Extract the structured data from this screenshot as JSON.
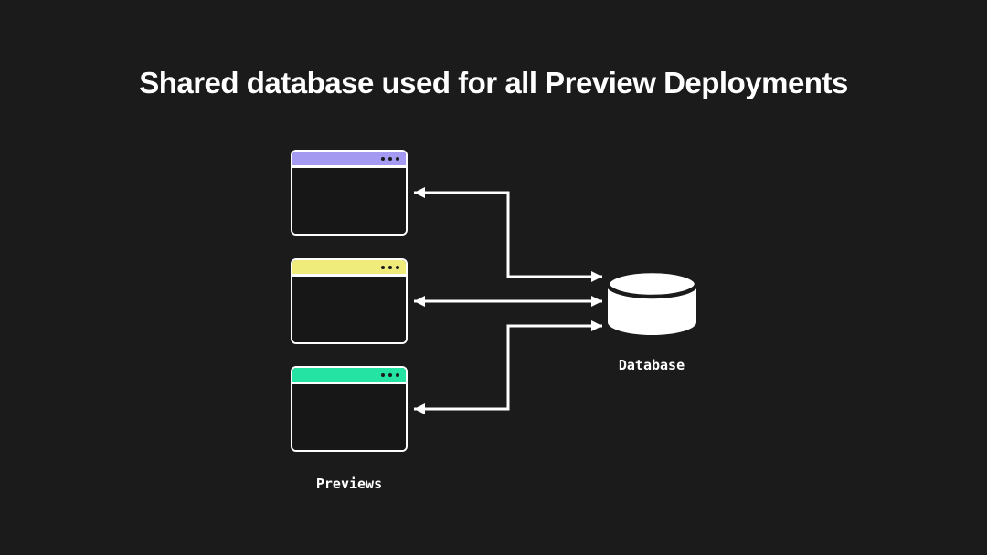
{
  "title": "Shared database used for all Preview Deployments",
  "colors": {
    "background": "#1b1b1b",
    "text": "#ffffff",
    "arrow": "#ffffff",
    "window_border": "#ffffff",
    "window_dot": "#1b1b1b",
    "database_fill": "#ffffff"
  },
  "previews": {
    "label": "Previews",
    "windows": [
      {
        "id": "preview-1",
        "titlebar_color": "#a59af1"
      },
      {
        "id": "preview-2",
        "titlebar_color": "#efec7c"
      },
      {
        "id": "preview-3",
        "titlebar_color": "#24e3a3"
      }
    ]
  },
  "database": {
    "label": "Database"
  },
  "connections": [
    {
      "from": "preview-1",
      "to": "database",
      "style": "elbow",
      "bidirectional": true
    },
    {
      "from": "preview-2",
      "to": "database",
      "style": "straight",
      "bidirectional": true
    },
    {
      "from": "preview-3",
      "to": "database",
      "style": "elbow",
      "bidirectional": true
    }
  ]
}
